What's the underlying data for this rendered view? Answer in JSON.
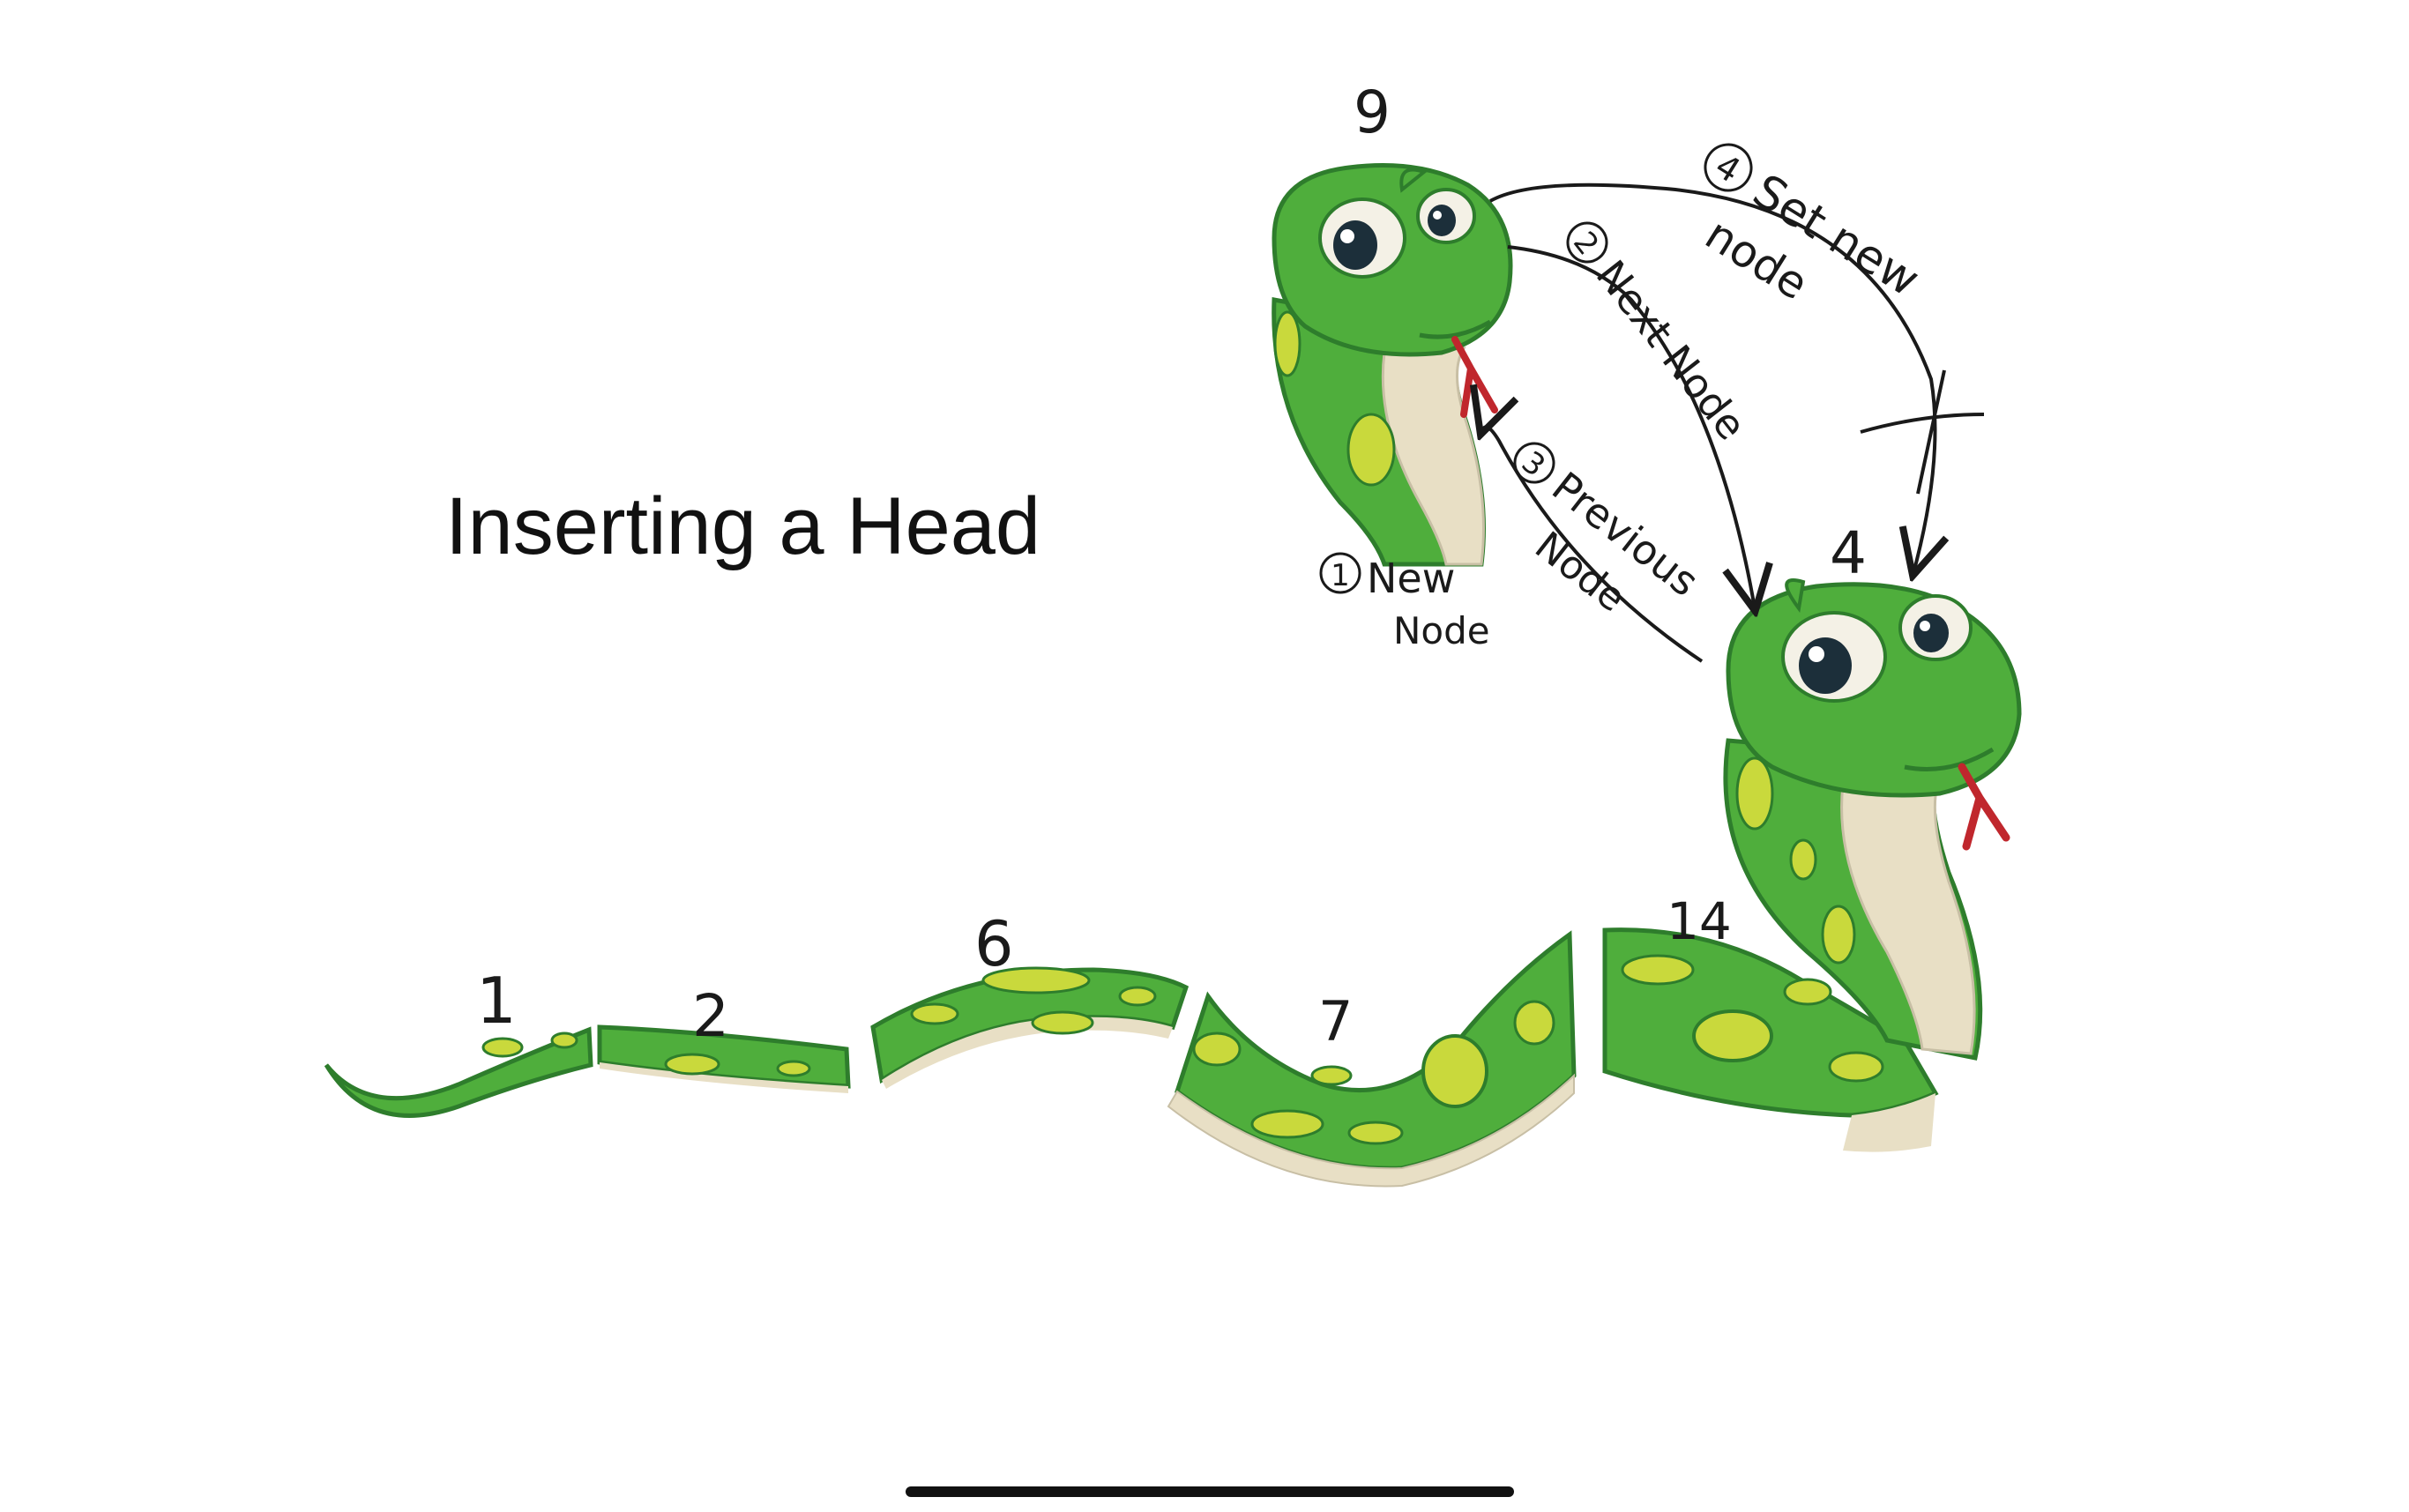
{
  "title": "Inserting a Head",
  "colors": {
    "body_green": "#4fae3c",
    "dark_green": "#2e7d2c",
    "spot_yellow": "#c9d93c",
    "belly": "#e8dfc5",
    "tongue": "#c0272d",
    "ink": "#1a1a1a"
  },
  "nodes": {
    "new_head": "9",
    "old_head": "4",
    "body": [
      "14",
      "7",
      "6",
      "2",
      "1"
    ]
  },
  "steps": {
    "step1": {
      "number": "1",
      "line1": "New",
      "line2": "Node"
    },
    "step2": {
      "number": "2",
      "line1": "Next Node"
    },
    "step3": {
      "number": "3",
      "line1": "Previous",
      "line2": "Node"
    },
    "step4": {
      "number": "4",
      "line1": "Set new",
      "line2": "node"
    }
  }
}
